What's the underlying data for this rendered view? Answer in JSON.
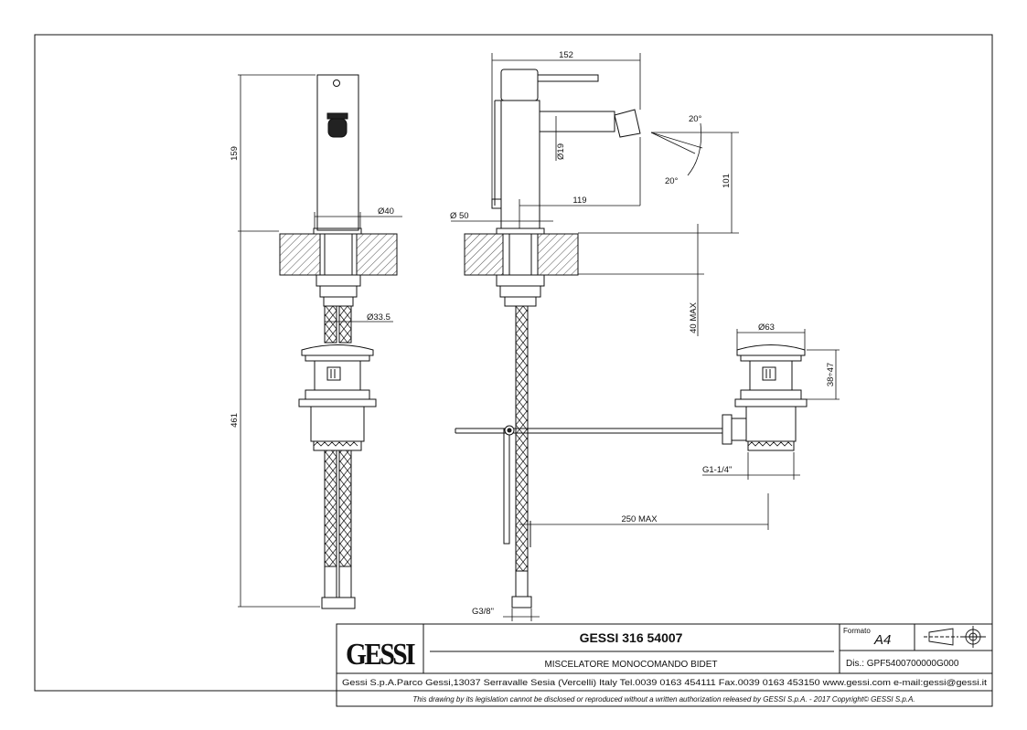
{
  "drawing": {
    "dims": {
      "d152": "152",
      "d20a": "20°",
      "d20b": "20°",
      "d19": "Ø19",
      "d101": "101",
      "d119": "119",
      "d50": "Ø 50",
      "d40": "Ø40",
      "d159": "159",
      "d461": "461",
      "d335": "Ø33.5",
      "d40max": "40 MAX",
      "d63": "Ø63",
      "d3847": "38÷47",
      "g114": "G1-1/4\"",
      "d250": "250 MAX",
      "g38": "G3/8\""
    }
  },
  "title_block": {
    "logo": "GESSI",
    "product_code": "GESSI 316 54007",
    "description": "MISCELATORE MONOCOMANDO BIDET",
    "format_label": "Formato",
    "format_value": "A4",
    "drawing_number": "Dis.: GPF5400700000G000",
    "company_line": "Gessi S.p.A.Parco Gessi,13037 Serravalle Sesia (Vercelli) Italy Tel.0039 0163 454111 Fax.0039 0163 453150 www.gessi.com e-mail:gessi@gessi.it",
    "copyright": "This drawing by its legislation cannot be disclosed or reproduced without a written authorization released by GESSI S.p.A. - 2017 Copyright© GESSI S.p.A."
  }
}
